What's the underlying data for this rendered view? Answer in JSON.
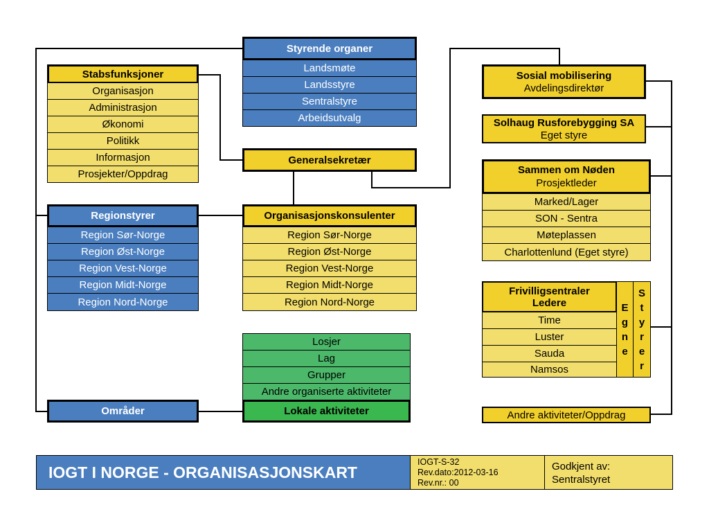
{
  "styrende": {
    "title": "Styrende organer",
    "items": [
      "Landsmøte",
      "Landsstyre",
      "Sentralstyre",
      "Arbeidsutvalg"
    ]
  },
  "stabs": {
    "title": "Stabsfunksjoner",
    "items": [
      "Organisasjon",
      "Administrasjon",
      "Økonomi",
      "Politikk",
      "Informasjon",
      "Prosjekter/Oppdrag"
    ]
  },
  "generalsekretaer": "Generalsekretær",
  "regionstyrer": {
    "title": "Regionstyrer",
    "items": [
      "Region  Sør-Norge",
      "Region Øst-Norge",
      "Region Vest-Norge",
      "Region Midt-Norge",
      "Region Nord-Norge"
    ]
  },
  "konsulenter": {
    "title": "Organisasjonskonsulenter",
    "items": [
      "Region Sør-Norge",
      "Region Øst-Norge",
      "Region Vest-Norge",
      "Region Midt-Norge",
      "Region Nord-Norge"
    ]
  },
  "lokale": {
    "items": [
      "Losjer",
      "Lag",
      "Grupper",
      "Andre organiserte aktiviteter"
    ],
    "title": "Lokale aktiviteter"
  },
  "omrader": "Områder",
  "sosial": {
    "title": "Sosial mobilisering",
    "subtitle": "Avdelingsdirektør"
  },
  "solhaug": {
    "title": "Solhaug Rusforebygging SA",
    "subtitle": "Eget styre"
  },
  "sammen": {
    "title": "Sammen om Nøden",
    "subtitle": "Prosjektleder",
    "items": [
      "Marked/Lager",
      "SON - Sentra",
      "Møteplassen",
      "Charlottenlund (Eget styre)"
    ]
  },
  "frivillig": {
    "title": "Frivilligsentraler",
    "subtitle": "Ledere",
    "items": [
      "Time",
      "Luster",
      "Sauda",
      "Namsos"
    ],
    "egne": [
      "E",
      "g",
      "n",
      "e"
    ],
    "styrer": [
      "S",
      "t",
      "y",
      "r",
      "e",
      "r"
    ]
  },
  "andre": "Andre aktiviteter/Oppdrag",
  "footer": {
    "title": "IOGT I NORGE - ORGANISASJONSKART",
    "doc_id": "IOGT-S-32",
    "rev_date": "Rev.dato:2012-03-16",
    "rev_nr": "Rev.nr.: 00",
    "approved_label": "Godkjent av:",
    "approved_by": "Sentralstyret"
  }
}
